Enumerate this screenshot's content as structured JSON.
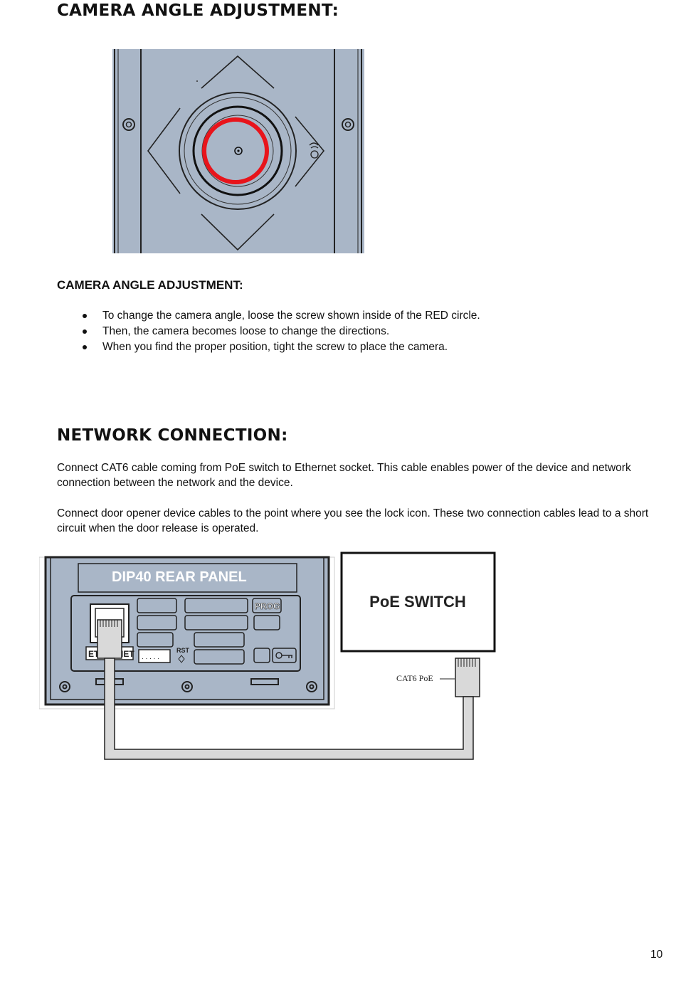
{
  "section1": {
    "heading": "CAMERA ANGLE ADJUSTMENT:",
    "subheading": "CAMERA ANGLE ADJUSTMENT:",
    "bullets": [
      "To change the camera angle, loose the screw shown inside of the RED circle.",
      "Then, the camera becomes loose to change the directions.",
      "When you find the proper position, tight the screw to place the camera."
    ]
  },
  "section2": {
    "heading": "NETWORK CONNECTION:",
    "paragraphs": [
      "Connect CAT6 cable coming from PoE switch to Ethernet socket. This cable enables power of the device and network connection between the network and the device.",
      "Connect door opener device cables to the point where you see the lock icon. These two connection cables lead to a short circuit when the door release is operated."
    ]
  },
  "diagram": {
    "panel_title": "DIP40  REAR PANEL",
    "prog_label": "PROG",
    "rst_label": "RST",
    "ethernet_label": "ETHERNET",
    "switch_label": "PoE SWITCH",
    "cable_label": "CAT6 PoE"
  },
  "colors": {
    "panel_grey": "#a9b6c7",
    "highlight_red": "#e8141b"
  },
  "page_number": "10"
}
